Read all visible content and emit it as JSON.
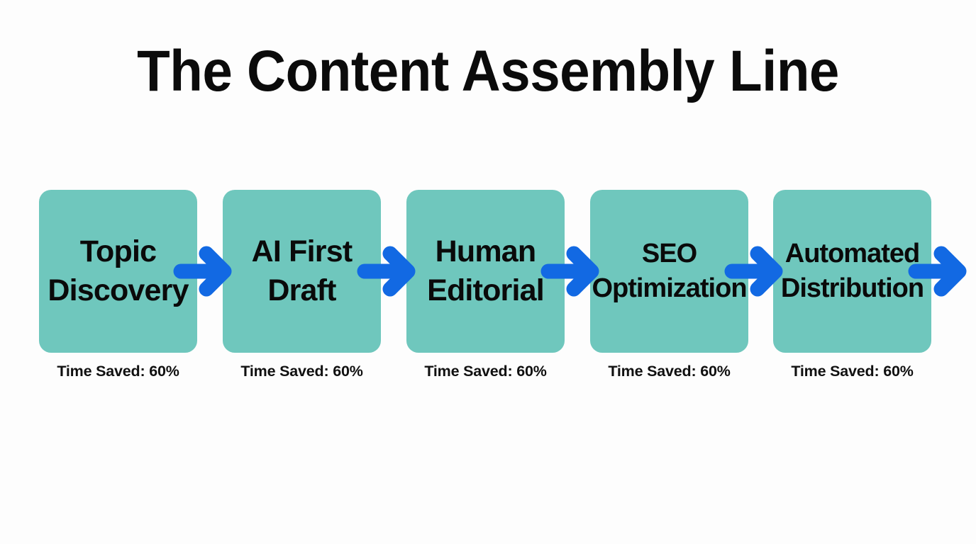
{
  "title": "The Content Assembly Line",
  "theme": {
    "background": "#fdfdfd",
    "box_fill": "#6fc7bd",
    "arrow_color": "#1269e3",
    "text_color": "#0a0a0a"
  },
  "pipeline": {
    "stages": [
      {
        "id": "topic-discovery",
        "label": "Topic\nDiscovery",
        "caption": "Time Saved: 60%"
      },
      {
        "id": "ai-first-draft",
        "label": "AI First\nDraft",
        "caption": "Time Saved: 60%"
      },
      {
        "id": "human-editorial",
        "label": "Human\nEditorial",
        "caption": "Time Saved: 60%"
      },
      {
        "id": "seo-optimization",
        "label": "SEO\nOptimization",
        "caption": "Time Saved: 60%"
      },
      {
        "id": "automated-distribution",
        "label": "Automated\nDistribution",
        "caption": "Time Saved: 60%"
      }
    ],
    "arrows": [
      {
        "id": "arrow-1",
        "icon": "arrow-right-icon"
      },
      {
        "id": "arrow-2",
        "icon": "arrow-right-icon"
      },
      {
        "id": "arrow-3",
        "icon": "arrow-right-icon"
      },
      {
        "id": "arrow-4",
        "icon": "arrow-right-icon"
      },
      {
        "id": "arrow-5",
        "icon": "arrow-right-icon"
      }
    ]
  }
}
